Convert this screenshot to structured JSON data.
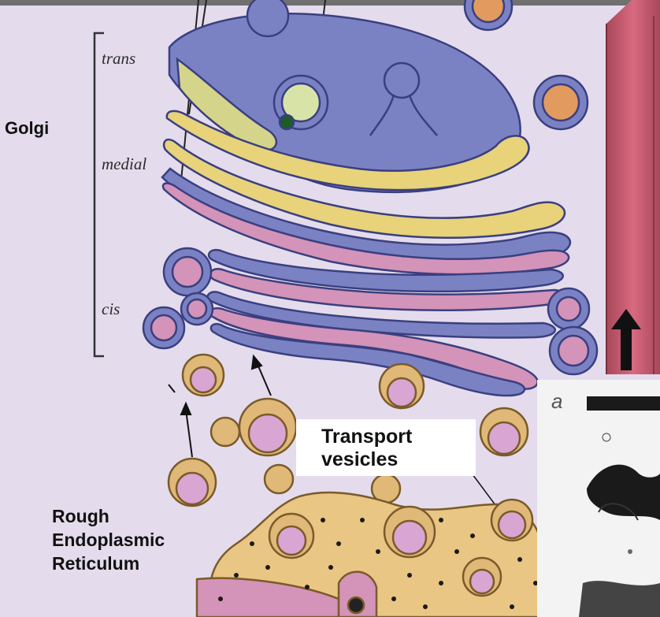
{
  "labels": {
    "golgi": "Golgi",
    "trans": "trans",
    "medial": "medial",
    "cis": "cis",
    "transport_line1": "Transport",
    "transport_line2": "vesicles",
    "rer_line1": "Rough",
    "rer_line2": "Endoplasmic",
    "rer_line3": "Reticulum"
  },
  "inset": {
    "panel_letter": "a"
  },
  "colors": {
    "background": "#e4dcec",
    "golgi_membrane": "#7b82c4",
    "golgi_lumen_yellow": "#e8d27a",
    "golgi_lumen_pink": "#d493b8",
    "vesicle_coat": "#e0b877",
    "vesicle_lumen": "#d9a5d2",
    "er_body": "#eac684",
    "arrow_red": "#c8566a"
  }
}
